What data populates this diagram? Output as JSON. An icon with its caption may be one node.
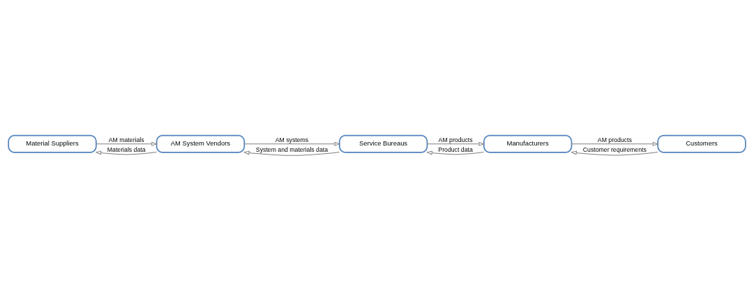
{
  "diagram": {
    "nodes": [
      {
        "text": [
          "Material Suppliers"
        ]
      },
      {
        "text": [
          "AM System Vendors"
        ]
      },
      {
        "text": [
          "Service Bureaus"
        ]
      },
      {
        "text": [
          "Manufacturers"
        ]
      },
      {
        "text": [
          "Customers"
        ]
      }
    ],
    "edges": [
      {
        "from": 0,
        "to": 1,
        "arrow": "to",
        "label": "AM materials"
      },
      {
        "from": 1,
        "to": 0,
        "arrow": "to",
        "label": "Materials data"
      },
      {
        "from": 1,
        "to": 2,
        "arrow": "to",
        "label": "AM systems"
      },
      {
        "from": 2,
        "to": 1,
        "arrow": "to",
        "label": "System and materials data"
      },
      {
        "from": 2,
        "to": 3,
        "arrow": "to",
        "label": "AM products"
      },
      {
        "from": 3,
        "to": 2,
        "arrow": "to",
        "label": "Product data"
      },
      {
        "from": 3,
        "to": 4,
        "arrow": "to",
        "label": "AM products"
      },
      {
        "from": 4,
        "to": 3,
        "arrow": "to",
        "label": "Customer requirements"
      }
    ]
  }
}
